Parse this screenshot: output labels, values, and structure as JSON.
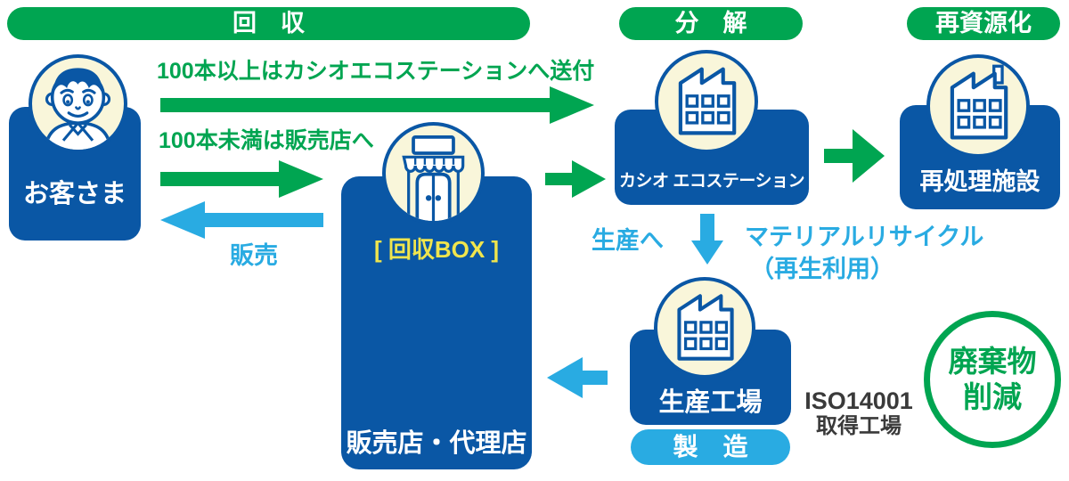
{
  "colors": {
    "green": "#00a551",
    "blue": "#0a57a5",
    "cyan": "#29abe2",
    "cream": "#f9f6da",
    "yellow_label": "#f0e54d",
    "note_text": "#3a3a3a"
  },
  "stages": {
    "collection": "回　収",
    "disassembly": "分　解",
    "re_resourcing": "再資源化",
    "manufacturing": "製　造"
  },
  "nodes": {
    "customer": {
      "label": "お客さま",
      "icon": "customer-icon"
    },
    "store": {
      "box_label": "[ 回収BOX ]",
      "label": "販売店・代理店",
      "icon": "storefront-icon"
    },
    "eco_station": {
      "label": "カシオ エコステーション",
      "icon": "factory-icon"
    },
    "reprocessing": {
      "label": "再処理施設",
      "icon": "factory-chimney-icon"
    },
    "production": {
      "label": "生産工場",
      "icon": "factory-icon"
    }
  },
  "flows": {
    "over_100": "100本以上はカシオエコステーションへ送付",
    "under_100": "100本未満は販売店へ",
    "sales": "販売",
    "to_production": "生産へ",
    "material_recycle_line1": "マテリアルリサイクル",
    "material_recycle_line2": "（再生利用）"
  },
  "notes": {
    "iso_line1": "ISO14001",
    "iso_line2": "取得工場",
    "waste_line1": "廃棄物",
    "waste_line2": "削減"
  }
}
